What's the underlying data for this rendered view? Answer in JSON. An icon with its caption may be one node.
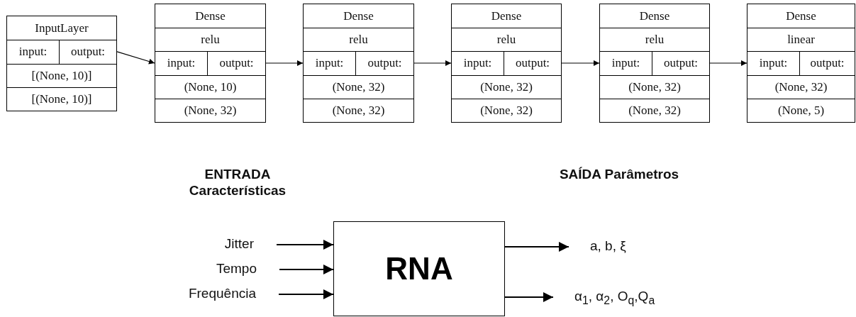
{
  "diagram": {
    "nodes": [
      {
        "text": [
          "InputLayer",
          "input:",
          "output:",
          "[(None, 10)]",
          "[(None, 10)]"
        ]
      },
      {
        "text": [
          "Dense",
          "relu",
          "input:",
          "output:",
          "(None, 10)",
          "(None, 32)"
        ]
      },
      {
        "text": [
          "Dense",
          "relu",
          "input:",
          "output:",
          "(None, 32)",
          "(None, 32)"
        ]
      },
      {
        "text": [
          "Dense",
          "relu",
          "input:",
          "output:",
          "(None, 32)",
          "(None, 32)"
        ]
      },
      {
        "text": [
          "Dense",
          "relu",
          "input:",
          "output:",
          "(None, 32)",
          "(None, 32)"
        ]
      },
      {
        "text": [
          "Dense",
          "linear",
          "input:",
          "output:",
          "(None, 32)",
          "(None, 5)"
        ]
      },
      {
        "text": [
          "Jitter"
        ]
      },
      {
        "text": [
          "Tempo"
        ]
      },
      {
        "text": [
          "Frequência"
        ]
      },
      {
        "text": [
          "RNA"
        ]
      },
      {
        "text": [
          "a, b, ξ"
        ]
      },
      {
        "text": [
          "α$_{1}$, α$_{2}$, O$_{q}$,Q$_{a}$"
        ]
      }
    ],
    "edges": [
      {
        "from": 0,
        "to": 1,
        "arrow": "to"
      },
      {
        "from": 1,
        "to": 2,
        "arrow": "to"
      },
      {
        "from": 2,
        "to": 3,
        "arrow": "to"
      },
      {
        "from": 3,
        "to": 4,
        "arrow": "to"
      },
      {
        "from": 4,
        "to": 5,
        "arrow": "to"
      },
      {
        "from": 6,
        "to": 9,
        "arrow": "to"
      },
      {
        "from": 7,
        "to": 9,
        "arrow": "to"
      },
      {
        "from": 8,
        "to": 9,
        "arrow": "to"
      },
      {
        "from": 9,
        "to": 10,
        "arrow": "to"
      },
      {
        "from": 9,
        "to": 11,
        "arrow": "to"
      }
    ],
    "labels": [
      "ENTRADA Características",
      "SAÍDA Parâmetros"
    ]
  }
}
